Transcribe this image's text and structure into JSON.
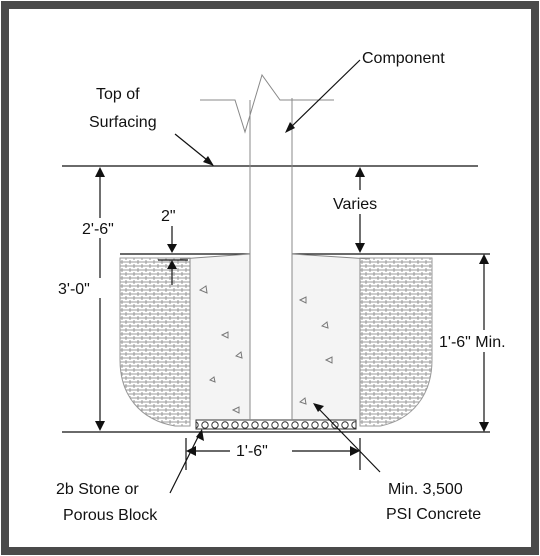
{
  "labels": {
    "component": "Component",
    "top_of_surfacing_1": "Top of",
    "top_of_surfacing_2": "Surfacing",
    "varies": "Varies",
    "dim_2ft6": "2'-6\"",
    "dim_2in": "2\"",
    "dim_3ft0": "3'-0\"",
    "dim_1ft6_min": "1'-6\" Min.",
    "dim_1ft6": "1'-6\"",
    "stone_1": "2b Stone or",
    "stone_2": "Porous Block",
    "concrete_1": "Min. 3,500",
    "concrete_2": "PSI Concrete"
  },
  "colors": {
    "frame": "#4a4a4a",
    "line": "#111111",
    "soil_hatch": "#9a9a9a",
    "concrete_fill": "#f4f4f4"
  }
}
